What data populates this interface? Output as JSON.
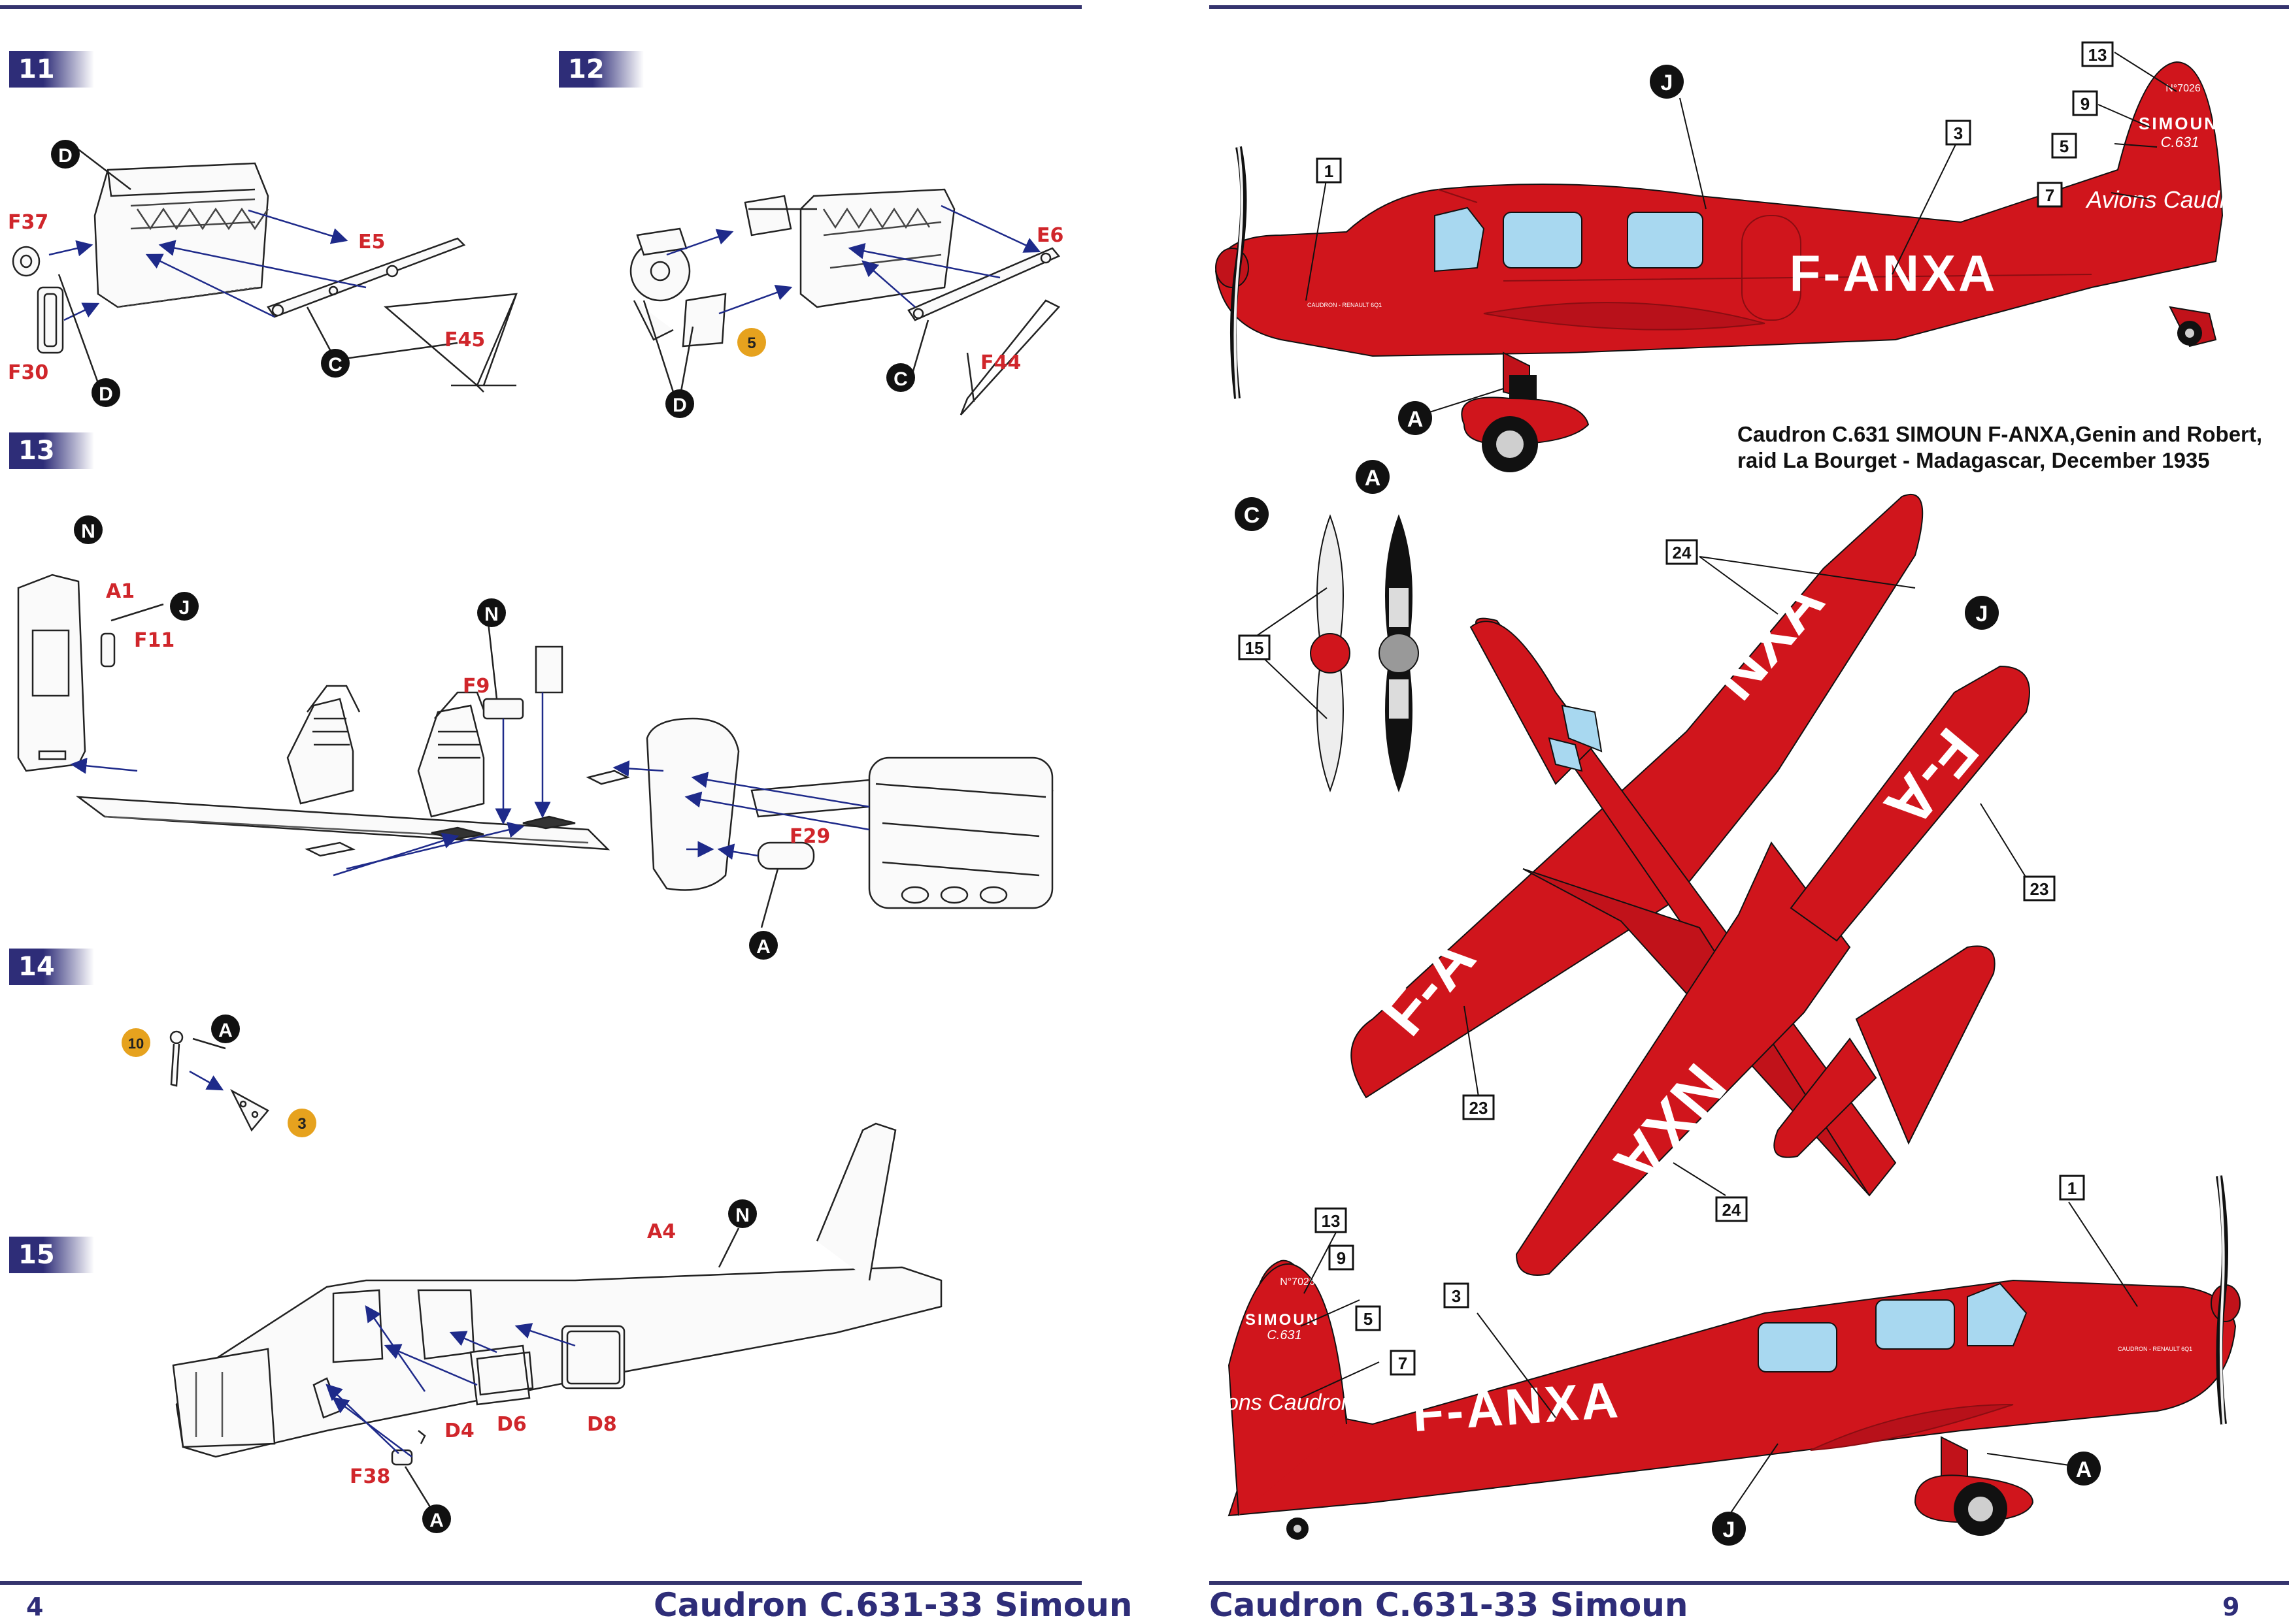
{
  "left_page": {
    "number": "4",
    "footer_title": "Caudron C.631-33 Simoun",
    "steps": [
      {
        "number": "11",
        "parts": [
          "F37",
          "E5",
          "F45",
          "F30"
        ],
        "markers": [
          "D",
          "D",
          "C"
        ]
      },
      {
        "number": "12",
        "parts": [
          "E6",
          "F44"
        ],
        "markers": [
          "D",
          "C"
        ],
        "badges": [
          "5"
        ]
      },
      {
        "number": "13",
        "parts": [
          "A1",
          "F11",
          "F9",
          "F29"
        ],
        "markers": [
          "N",
          "J",
          "N",
          "A"
        ]
      },
      {
        "number": "14",
        "parts": [],
        "markers": [
          "A"
        ],
        "badges": [
          "10",
          "3"
        ]
      },
      {
        "number": "15",
        "parts": [
          "A4",
          "D4",
          "D6",
          "D8",
          "F38"
        ],
        "markers": [
          "N",
          "A"
        ]
      }
    ]
  },
  "right_page": {
    "number": "9",
    "footer_title": "Caudron C.631-33 Simoun",
    "caption_line1": "Caudron C.631 SIMOUN F-ANXA,Genin and Robert,",
    "caption_line2": "raid La Bourget - Madagascar, December 1935",
    "registration": "F-ANXA",
    "wing_upper": "NXA",
    "wing_lower": "F-A",
    "tail_text": {
      "brand": "SIMOUN",
      "model": "C.631",
      "script": "Avions Caudron",
      "serial": "N°7026"
    },
    "engine_label": "CAUDRON - RENAULT 6Q1",
    "callouts": [
      "1",
      "3",
      "5",
      "7",
      "9",
      "13",
      "15",
      "23",
      "24"
    ],
    "markers": [
      "J",
      "A",
      "C",
      "A",
      "J",
      "A",
      "J"
    ]
  },
  "colors": {
    "accent": "#2e2d78",
    "aircraft": "#d0151c",
    "window": "#a8d8f0",
    "part_label": "#d0262b",
    "badge": "#e6a21e"
  }
}
